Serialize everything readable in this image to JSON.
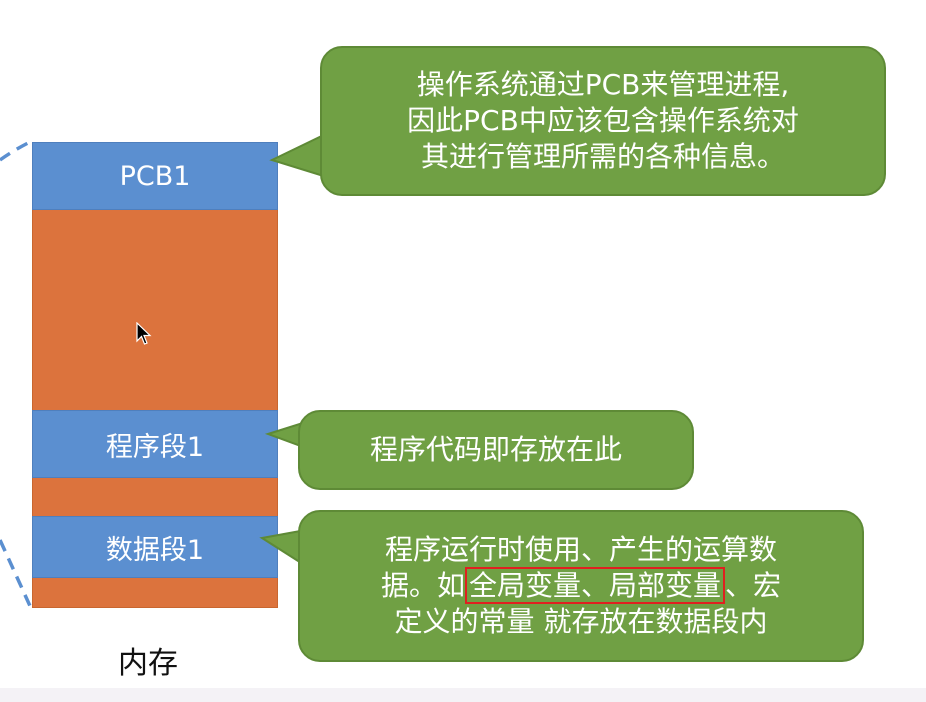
{
  "memory": {
    "label": "内存",
    "pcb_label": "PCB1",
    "program_segment_label": "程序段1",
    "data_segment_label": "数据段1"
  },
  "callouts": {
    "pcb": {
      "line1": "操作系统通过PCB来管理进程,",
      "line2": "因此PCB中应该包含操作系统对",
      "line3": "其进行管理所需的各种信息。"
    },
    "program": {
      "text": "程序代码即存放在此"
    },
    "data": {
      "line1": "程序运行时使用、产生的运算数",
      "line2_prefix": "据。如",
      "line2_highlight": "全局变量、局部变量",
      "line2_suffix": "、宏",
      "line3": "定义的常量 就存放在数据段内"
    }
  },
  "colors": {
    "segment_blue": "#5b8fd0",
    "memory_orange": "#dc733d",
    "callout_green": "#70a044",
    "highlight_red": "#e02020",
    "dashed_line_blue": "#5b8fd0"
  },
  "icons": {
    "cursor": "mouse-pointer-icon"
  }
}
